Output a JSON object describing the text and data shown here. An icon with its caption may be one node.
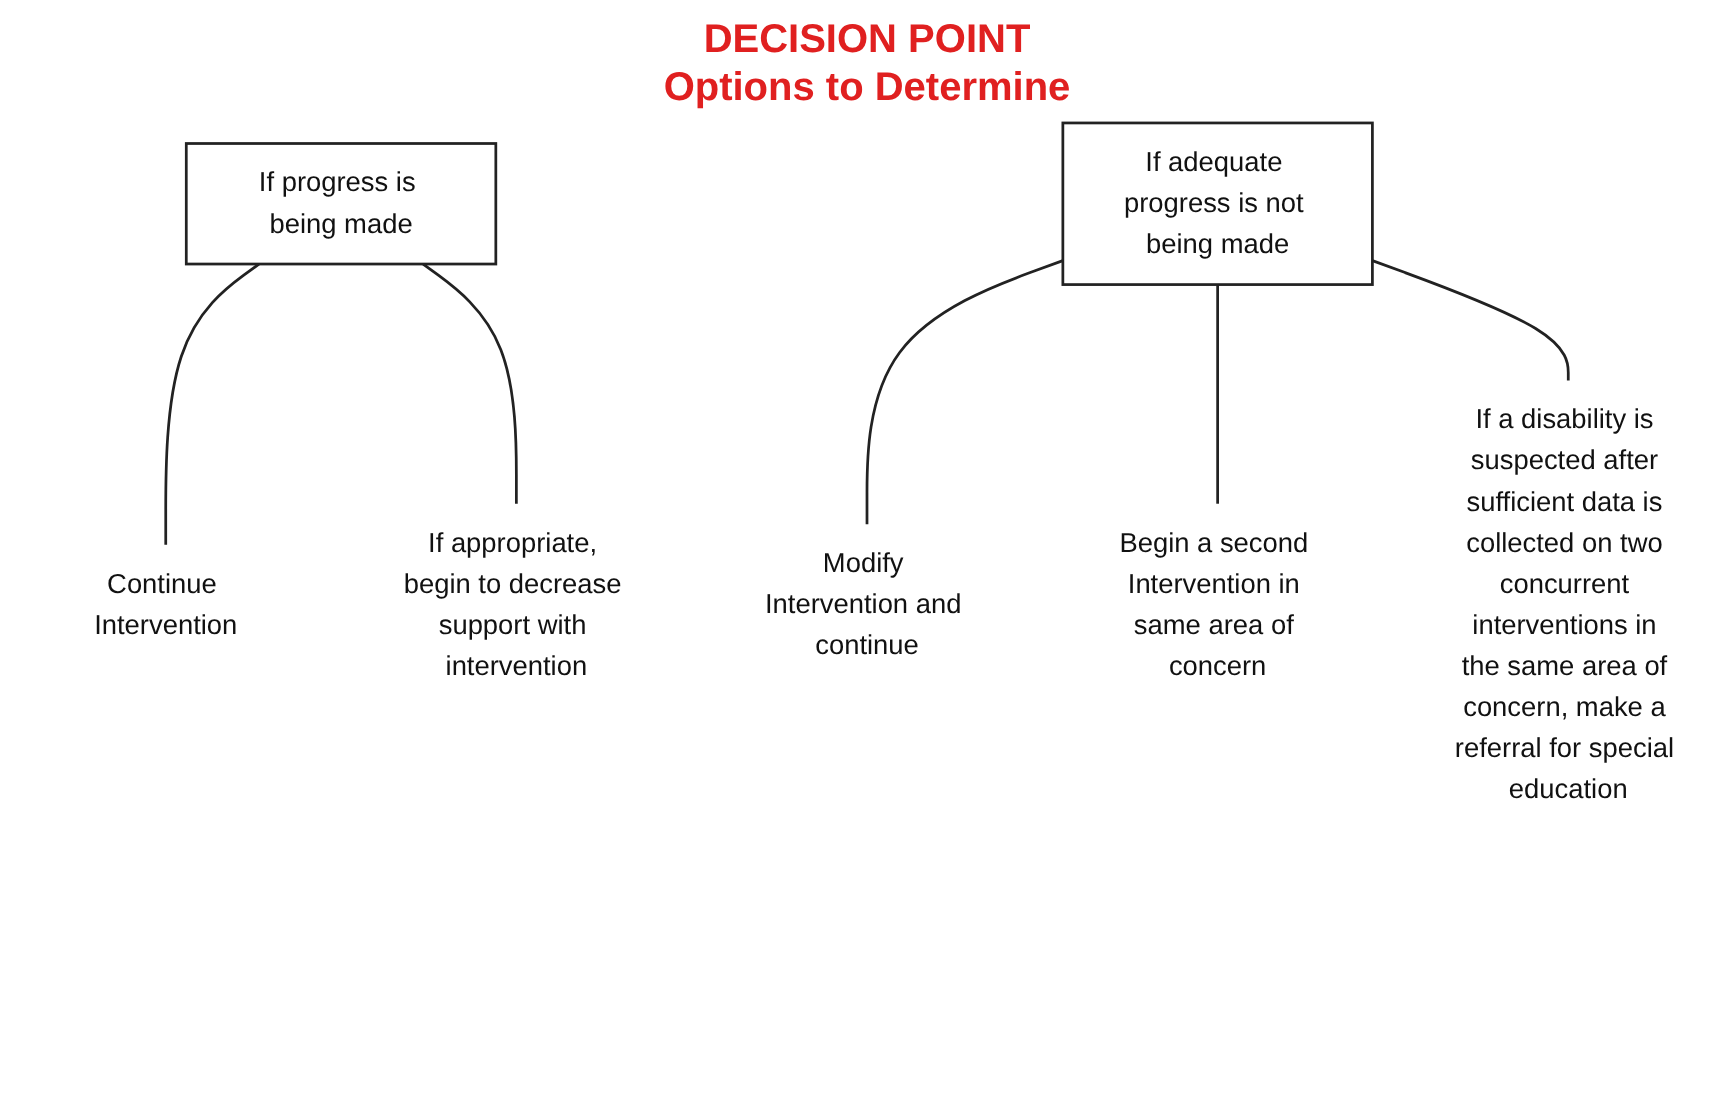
{
  "diagram": {
    "title": "DECISION POINT",
    "labels": [
      "Options to Determine"
    ],
    "nodes": [
      {
        "text": [
          "If progress is being made"
        ]
      },
      {
        "text": [
          "If adequate progress is not being made"
        ]
      },
      {
        "text": [
          "Continue Intervention"
        ]
      },
      {
        "text": [
          "If appropriate, begin to decrease support with intervention"
        ]
      },
      {
        "text": [
          "Modify Intervention and continue"
        ]
      },
      {
        "text": [
          "Begin a second Intervention in same area of concern"
        ]
      },
      {
        "text": [
          "If a disability is suspected after sufficient data is collected on two concurrent interventions in the same area of concern, make a referral for special education"
        ]
      }
    ],
    "edges": [
      {
        "from": 0,
        "to": 2,
        "arrow": "none"
      },
      {
        "from": 0,
        "to": 3,
        "arrow": "none"
      },
      {
        "from": 1,
        "to": 4,
        "arrow": "none"
      },
      {
        "from": 1,
        "to": 5,
        "arrow": "none"
      },
      {
        "from": 1,
        "to": 6,
        "arrow": "none"
      }
    ]
  }
}
